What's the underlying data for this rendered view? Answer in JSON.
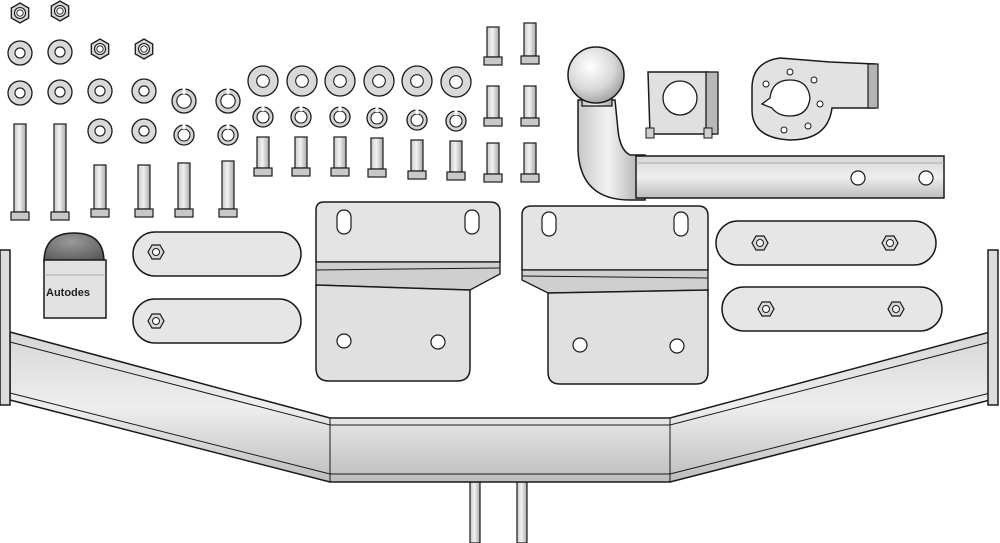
{
  "colors": {
    "outline": "#1a1a1a",
    "metal_light": "#e6e6e6",
    "metal_mid": "#cfcfcf",
    "metal_dark": "#9a9a9a",
    "cap_dark": "#6e6e6e",
    "hole": "#ffffff"
  },
  "cap": {
    "label": "Autodes"
  },
  "parts": [
    "nut",
    "washer",
    "spring-washer",
    "bolt",
    "hitch-cap",
    "spacer-plate",
    "mounting-bracket",
    "tow-ball-arm",
    "socket-bracket",
    "socket-plate",
    "cross-beam"
  ]
}
